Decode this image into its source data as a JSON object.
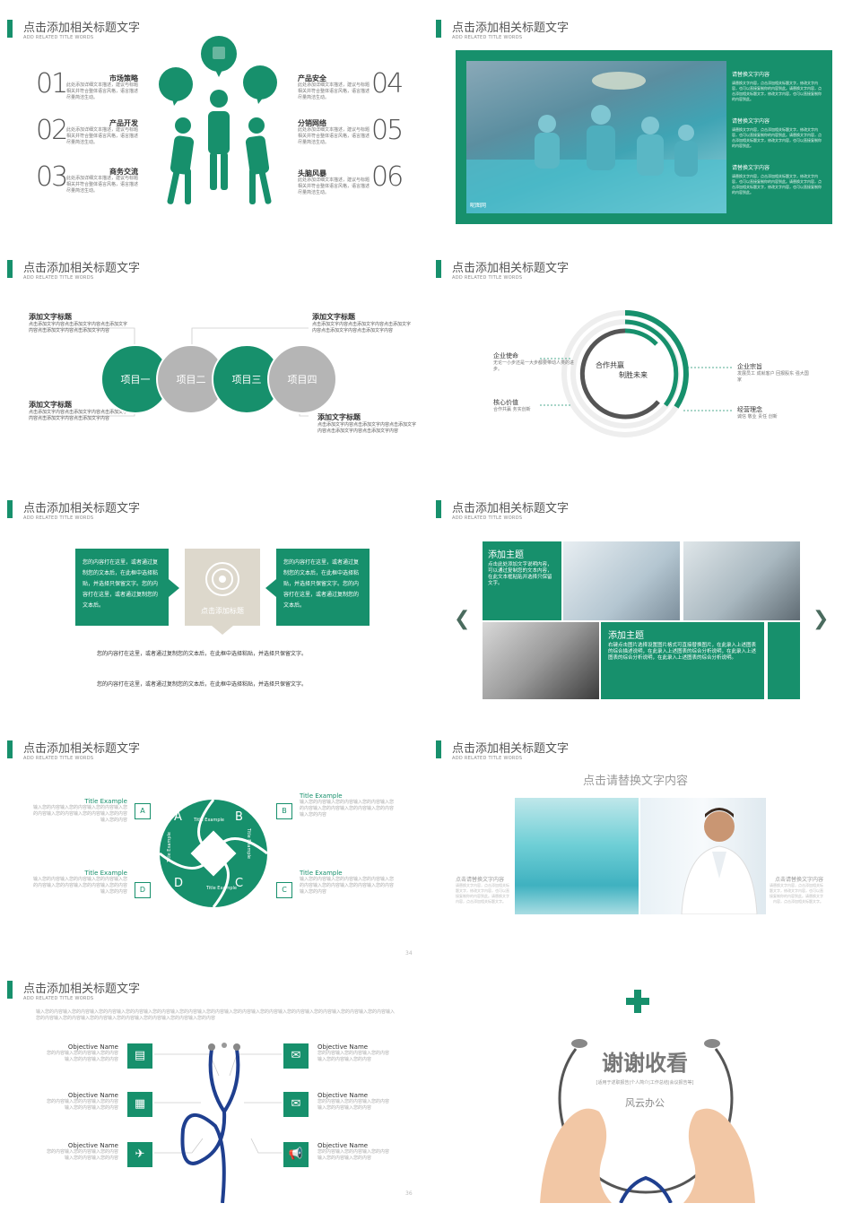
{
  "header": {
    "title": "点击添加相关标题文字",
    "subtitle": "ADD RELATED TITLE WORDS"
  },
  "s1": {
    "items": [
      {
        "num": "01",
        "label": "市场策略",
        "desc": "此处添加详细文本描述，建议与标题相关并符合整体语言风格，语言描述尽量简洁生动。"
      },
      {
        "num": "02",
        "label": "产品开发",
        "desc": "此处添加详细文本描述，建议与标题相关并符合整体语言风格，语言描述尽量简洁生动。"
      },
      {
        "num": "03",
        "label": "商务交流",
        "desc": "此处添加详细文本描述，建议与标题相关并符合整体语言风格，语言描述尽量简洁生动。"
      },
      {
        "num": "04",
        "label": "产品安全",
        "desc": "此处添加详细文本描述，建议与标题相关并符合整体语言风格，语言描述尽量简洁生动。"
      },
      {
        "num": "05",
        "label": "分销网络",
        "desc": "此处添加详细文本描述，建议与标题相关并符合整体语言风格，语言描述尽量简洁生动。"
      },
      {
        "num": "06",
        "label": "头脑风暴",
        "desc": "此处添加详细文本描述，建议与标题相关并符合整体语言风格，语言描述尽量简洁生动。"
      }
    ]
  },
  "s2": {
    "blocks": [
      {
        "title": "请替换文字内容",
        "desc": "请替换文字内容，点击添加相关标题文字，修改文字内容，也可以直接复制你的内容到此。请替换文字内容，点击添加相关标题文字，修改文字内容，也可以直接复制你的内容到此。"
      },
      {
        "title": "请替换文字内容",
        "desc": "请替换文字内容，点击添加相关标题文字，修改文字内容，也可以直接复制你的内容到此。请替换文字内容，点击添加相关标题文字，修改文字内容，也可以直接复制你的内容到此。"
      },
      {
        "title": "请替换文字内容",
        "desc": "请替换文字内容，点击添加相关标题文字，修改文字内容，也可以直接复制你的内容到此。请替换文字内容，点击添加相关标题文字，修改文字内容，也可以直接复制你的内容到此。"
      }
    ],
    "watermark": "昵图网"
  },
  "s3": {
    "circles": [
      "项目一",
      "项目二",
      "项目三",
      "项目四"
    ],
    "notes": [
      {
        "title": "添加文字标题",
        "desc": "点击添加文字内容点击添加文字内容点击添加文字内容点击添加文字内容点击添加文字内容"
      },
      {
        "title": "添加文字标题",
        "desc": "点击添加文字内容点击添加文字内容点击添加文字内容点击添加文字内容点击添加文字内容"
      },
      {
        "title": "添加文字标题",
        "desc": "点击添加文字内容点击添加文字内容点击添加文字内容点击添加文字内容点击添加文字内容"
      },
      {
        "title": "添加文字标题",
        "desc": "点击添加文字内容点击添加文字内容点击添加文字内容点击添加文字内容点击添加文字内容"
      }
    ]
  },
  "s4": {
    "center1": "合作共赢",
    "center2": "制胜未来",
    "left": [
      {
        "title": "企业使命",
        "desc": "无论一小步还是一大步都要带动人类的进步。"
      },
      {
        "title": "核心价值",
        "desc": "合作共赢 务实创新"
      }
    ],
    "right": [
      {
        "title": "企业宗旨",
        "desc": "发展员工 成就客户 回报股东 强大国家"
      },
      {
        "title": "经营理念",
        "desc": "诚信 敬业 责任 创新"
      }
    ]
  },
  "s5": {
    "box_text": "您的内容打在这里，或者通过复制您的文本后，在此框中选择粘贴，并选择只保留文字。您的内容打在这里，或者通过复制您的文本后。",
    "center": "点击添加标题",
    "line1": "您的内容打在这里，或者通过复制您的文本后，在此框中选择粘贴，并选择只保留文字。",
    "line2": "您的内容打在这里，或者通过复制您的文本后，在此框中选择粘贴，并选择只保留文字。"
  },
  "s6": {
    "t1": "添加主题",
    "d1": "点击此处添加文字说明内容，可以通过复制您的文本内容，在此文本框粘贴并选择只保留文字。",
    "t2": "添加主题",
    "d2": "右键点击图片选择设置图片格式可直接替换图片，在此录入上述图表的综合描述说明，在此录入上述图表的综合分析说明，在此录入上述图表的综合分析说明，在此录入上述图表的综合分析说明。"
  },
  "s7": {
    "labels": [
      "A",
      "B",
      "C",
      "D"
    ],
    "petal": "Title Example",
    "items": [
      {
        "title": "Title Example",
        "desc": "输入您的内容输入您的内容输入您的内容输入您的内容输入您的内容输入您的内容输入您的内容输入您的内容"
      },
      {
        "title": "Title Example",
        "desc": "输入您的内容输入您的内容输入您的内容输入您的内容输入您的内容输入您的内容输入您的内容输入您的内容"
      },
      {
        "title": "Title Example",
        "desc": "输入您的内容输入您的内容输入您的内容输入您的内容输入您的内容输入您的内容输入您的内容输入您的内容"
      },
      {
        "title": "Title Example",
        "desc": "输入您的内容输入您的内容输入您的内容输入您的内容输入您的内容输入您的内容输入您的内容输入您的内容"
      }
    ],
    "page": "34"
  },
  "s8": {
    "headline": "点击请替换文字内容",
    "side_title": "点击请替换文字内容",
    "side_desc": "请替换文字内容，点击添加相关标题文字，修改文字内容，也可以直接复制你的内容到此。请替换文字内容，点击添加相关标题文字。"
  },
  "s9": {
    "intro": "输入您的内容输入您的内容输入您的内容输入您的内容输入您的内容输入您的内容输入您的内容输入您的内容输入您的内容输入您的内容输入您的内容输入您的内容输入您的内容输入您的内容输入您的内容输入您的内容输入您的内容输入您的内容输入您的内容输入您的内容",
    "objective": "Objective Name",
    "obj_desc": "您的内容输入您的内容输入您的内容输入您的内容输入您的内容",
    "page": "36"
  },
  "s10": {
    "title": "谢谢收看",
    "sub": "[适用于述职报告|个人简介|工作总结|会议报告等]",
    "brand": "风云办公"
  },
  "colors": {
    "accent": "#17906c",
    "gray": "#b5b5b5"
  }
}
